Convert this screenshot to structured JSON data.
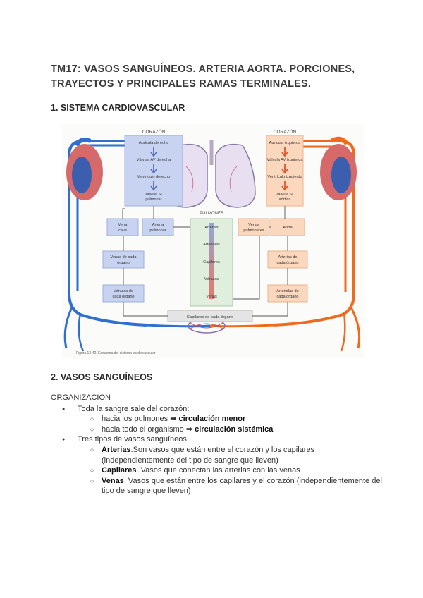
{
  "title": "TM17: VASOS SANGUÍNEOS. ARTERIA AORTA. PORCIONES, TRAYECTOS Y PRINCIPALES RAMAS TERMINALES.",
  "section1": "1. SISTEMA CARDIOVASCULAR",
  "figure": {
    "left_header": "CORAZÓN",
    "right_header": "CORAZÓN",
    "center_header": "PULMONES",
    "left_heart": [
      "Aurícula derecha",
      "Válvula AV derecha",
      "Ventrículo derecho",
      "Válvula SL",
      "pulmonar"
    ],
    "right_heart": [
      "Aurícula izquierda",
      "Válvula AV izquierda",
      "Ventrículo izquierdo",
      "Válvula SL",
      "aórtica"
    ],
    "lungs": [
      "Arterias",
      "Arteriolas",
      "Capilares",
      "Vénulas",
      "Venas"
    ],
    "vena_cava": [
      "Vena",
      "cava"
    ],
    "arteria_pulmonar": [
      "Arteria",
      "pulmonar"
    ],
    "venas_pulmonares": [
      "Venas",
      "pulmonares"
    ],
    "aorta": "Aorta",
    "venas_organo": [
      "Venas de cada",
      "órgano"
    ],
    "arterias_organo": [
      "Arterias de",
      "cada órgano"
    ],
    "venulas_organo": [
      "Vénulas de",
      "cada órgano"
    ],
    "arteriolas_organo": [
      "Arteriolas de",
      "cada órgano"
    ],
    "capilares_organo": "Capilares de cada órgano",
    "caption": "Figura 13-42. Esquema del sistema cardiovascular"
  },
  "section2": "2. VASOS SANGUÍNEOS",
  "org_label": "ORGANIZACIÓN",
  "bullets": {
    "b1": "Toda la sangre sale del corazón:",
    "b1_s1_pre": "hacia los pulmones ➡ ",
    "b1_s1_bold": "circulación menor",
    "b1_s2_pre": "hacia todo el organismo ➡ ",
    "b1_s2_bold": "circulación sistémica",
    "b2": "Tres tipos de vasos sanguíneos:",
    "b2_s1_bold": "Arterias",
    "b2_s1_text": ".Son vasos que están entre el corazón y los capilares (independientemente del tipo de sangre que lleven)",
    "b2_s2_bold": "Capilares",
    "b2_s2_text": ". Vasos que conectan las arterias con las venas",
    "b2_s3_bold": "Venas",
    "b2_s3_text": ". Vasos que están entre los capilares y el corazón (independientemente del tipo de sangre que lleven)"
  },
  "colors": {
    "vein": "#2e6fd0",
    "artery": "#ef6a1c",
    "blue_box": "#c7d3f0",
    "orange_box": "#fbd7bd",
    "green_box": "#dfeedd"
  }
}
